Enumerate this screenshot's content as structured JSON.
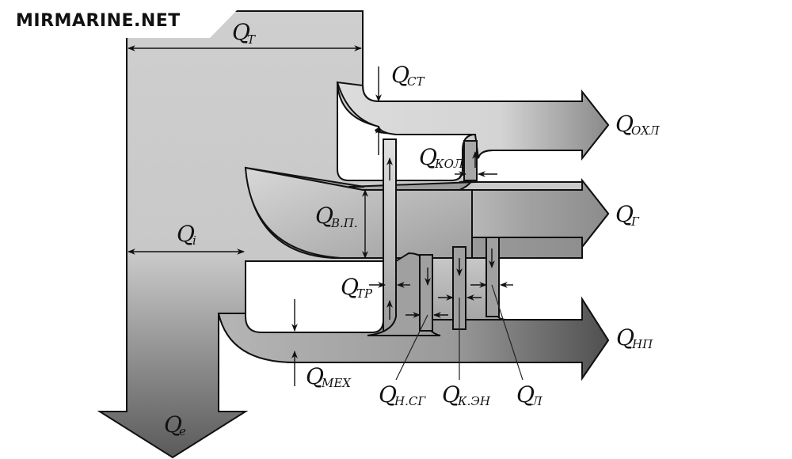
{
  "watermark": "MIRMARINE.NET",
  "diagram": {
    "type": "heat-balance-sankey",
    "colors": {
      "light_flow": "#d6d6d6",
      "mid_flow": "#a3a3a3",
      "dark_flow": "#555555",
      "outline": "#111111"
    },
    "labels": [
      {
        "id": "q-t",
        "main": "Q",
        "sub": "T"
      },
      {
        "id": "q-st",
        "main": "Q",
        "sub": "СТ"
      },
      {
        "id": "q-ohl",
        "main": "Q",
        "sub": "ОХЛ"
      },
      {
        "id": "q-kol",
        "main": "Q",
        "sub": "КОЛ"
      },
      {
        "id": "q-vp",
        "main": "Q",
        "sub": "В.П."
      },
      {
        "id": "q-g",
        "main": "Q",
        "sub": "Г"
      },
      {
        "id": "q-i",
        "main": "Q",
        "sub": "i"
      },
      {
        "id": "q-tr",
        "main": "Q",
        "sub": "ТР"
      },
      {
        "id": "q-mex",
        "main": "Q",
        "sub": "МЕХ"
      },
      {
        "id": "q-np",
        "main": "Q",
        "sub": "НП"
      },
      {
        "id": "q-nsg",
        "main": "Q",
        "sub": "Н.СГ"
      },
      {
        "id": "q-ken",
        "main": "Q",
        "sub": "К.ЭН"
      },
      {
        "id": "q-l",
        "main": "Q",
        "sub": "Л"
      },
      {
        "id": "q-e",
        "main": "Q",
        "sub": "e"
      }
    ],
    "outputs": [
      "Q_ОХЛ",
      "Q_Г",
      "Q_НП",
      "Q_e"
    ]
  }
}
